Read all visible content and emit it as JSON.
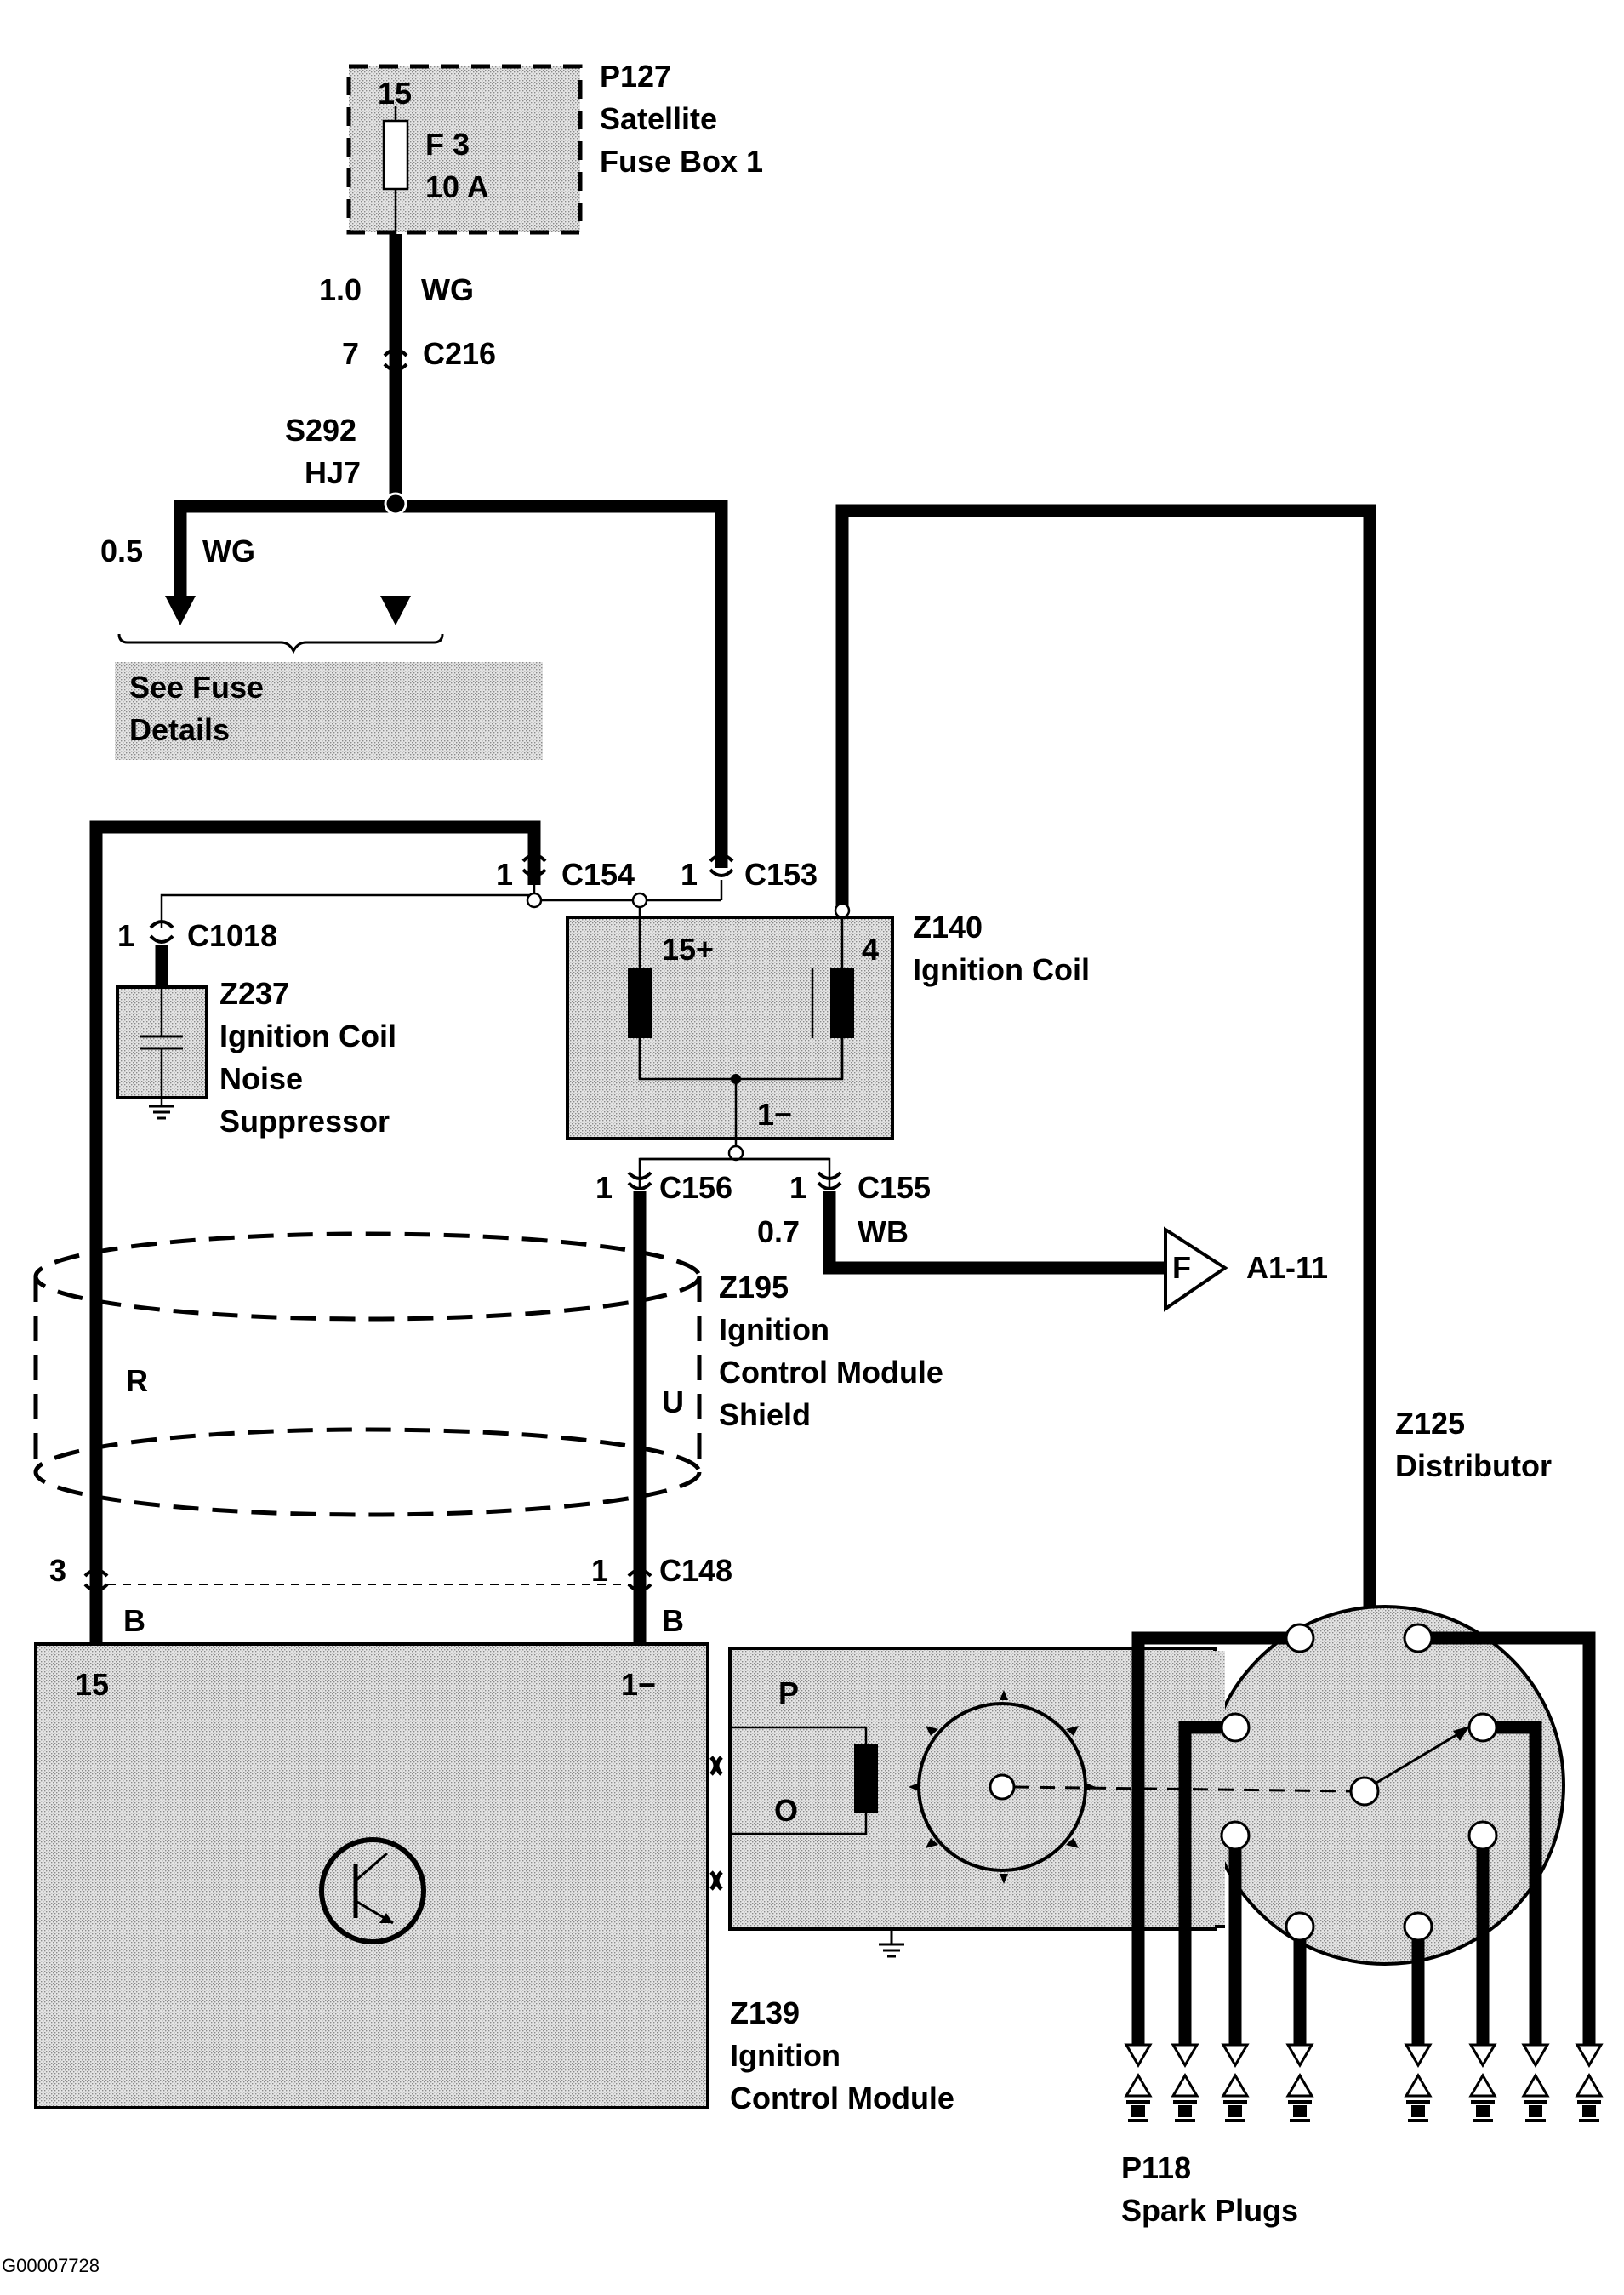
{
  "fuse_box": {
    "id": "P127",
    "name_line1": "Satellite",
    "name_line2": "Fuse Box 1",
    "pin": "15",
    "fuse": "F 3",
    "rating": "10 A"
  },
  "feed_wire": {
    "gauge": "1.0",
    "color": "WG"
  },
  "c216": {
    "pin": "7",
    "id": "C216"
  },
  "splice": {
    "id": "S292",
    "harness": "HJ7"
  },
  "branch_wire": {
    "gauge": "0.5",
    "color": "WG"
  },
  "fuse_details": {
    "line1": "See Fuse",
    "line2": "Details"
  },
  "c154": {
    "pin": "1",
    "id": "C154"
  },
  "c153": {
    "pin": "1",
    "id": "C153"
  },
  "c1018": {
    "pin": "1",
    "id": "C1018"
  },
  "suppressor": {
    "id": "Z237",
    "line1": "Ignition Coil",
    "line2": "Noise",
    "line3": "Suppressor"
  },
  "coil": {
    "id": "Z140",
    "name": "Ignition Coil",
    "pin_pos": "15+",
    "pin_4": "4",
    "pin_neg": "1−"
  },
  "c156": {
    "pin": "1",
    "id": "C156"
  },
  "c155": {
    "pin": "1",
    "id": "C155"
  },
  "tach_wire": {
    "gauge": "0.7",
    "color": "WB",
    "flag": "F",
    "destination": "A1-11"
  },
  "shield": {
    "id": "Z195",
    "line1": "Ignition",
    "line2": "Control Module",
    "line3": "Shield",
    "left_wire": "R",
    "right_wire": "U"
  },
  "c148": {
    "left_pin": "3",
    "right_pin": "1",
    "id": "C148",
    "left_wire": "B",
    "right_wire": "B"
  },
  "module": {
    "id": "Z139",
    "line1": "Ignition",
    "line2": "Control Module",
    "pin_15": "15",
    "pin_neg": "1−"
  },
  "pickup": {
    "p": "P",
    "o": "O"
  },
  "distributor": {
    "id": "Z125",
    "name": "Distributor"
  },
  "spark_plugs": {
    "id": "P118",
    "name": "Spark Plugs"
  },
  "figure_id": "G00007728"
}
